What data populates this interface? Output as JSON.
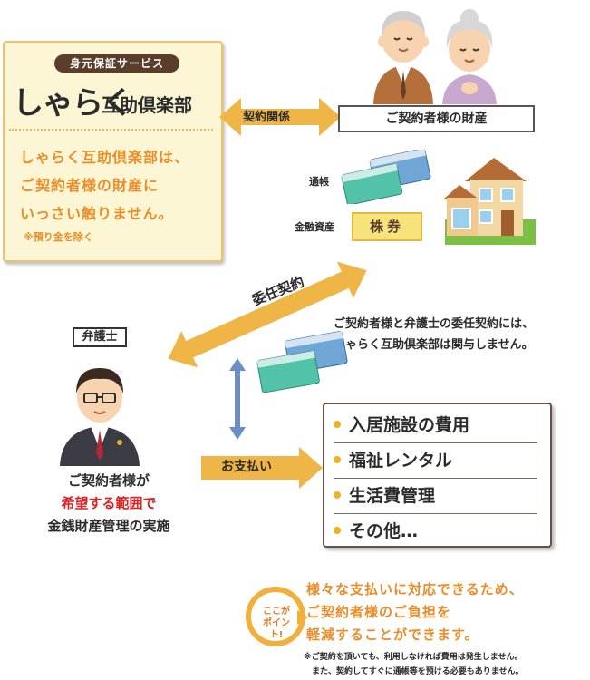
{
  "company": {
    "tagline": "身元保証サービス",
    "brand_main": "しゃらく",
    "brand_sub": "互助倶楽部",
    "description": [
      "しゃらく互助倶楽部は、",
      "ご契約者様の財産に",
      "いっさい触りません。"
    ],
    "note": "※預り金を除く"
  },
  "relation": {
    "contract_label": "契約関係",
    "assets_owner_label": "ご契約者様の財産"
  },
  "assets": {
    "passbook_label": "通帳",
    "financial_label": "金融資産",
    "stock_label": "株券"
  },
  "delegation": {
    "label": "委任契約",
    "note": [
      "ご契約者様と弁護士の委任契約には、",
      "しゃらく互助倶楽部は関与しません。"
    ]
  },
  "lawyer": {
    "tag": "弁護士",
    "caption": [
      "ご契約者様が",
      "希望する範囲で",
      "金銭財産管理の実施"
    ]
  },
  "payment": {
    "label": "お支払い",
    "items": [
      "入居施設の費用",
      "福祉レンタル",
      "生活費管理",
      "その他…"
    ]
  },
  "point": {
    "badge": [
      "ここが",
      "ポイント!"
    ],
    "text": [
      "様々な支払いに対応できるため、",
      "ご契約者様のご負担を",
      "軽減することができます。"
    ],
    "footnotes": [
      "※ご契約を頂いても、利用しなければ費用は発生しません。",
      "また、契約してすぐに通帳等を預ける必要もありません。"
    ]
  },
  "colors": {
    "accent_orange": "#ea8d28",
    "arrow_orange": "#efb547",
    "highlight_red": "#e02020",
    "box_cream": "#fdf6d5"
  }
}
